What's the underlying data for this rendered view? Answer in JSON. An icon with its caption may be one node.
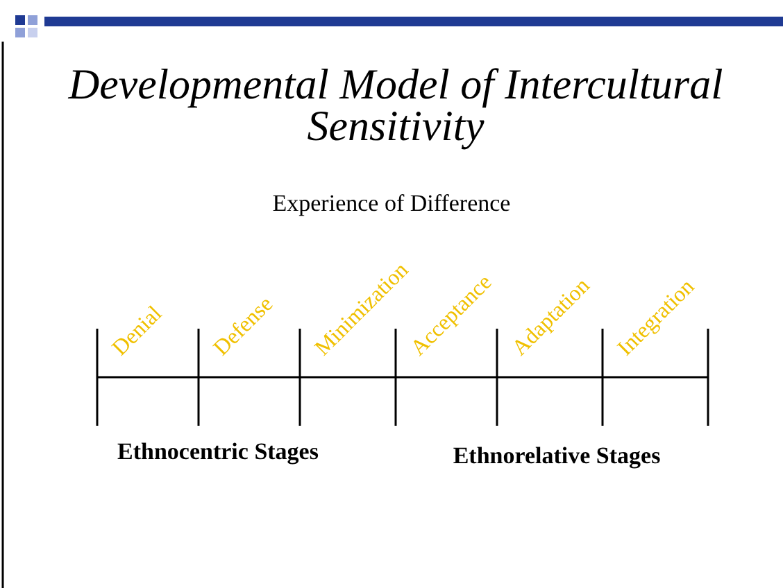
{
  "diagram": {
    "title": "Developmental Model of Intercultural Sensitivity",
    "labels": [
      "Experience of Difference",
      "Denial",
      "Defense",
      "Minimization",
      "Acceptance",
      "Adaptation",
      "Integration",
      "Ethnocentric Stages",
      "Ethnorelative Stages"
    ]
  }
}
